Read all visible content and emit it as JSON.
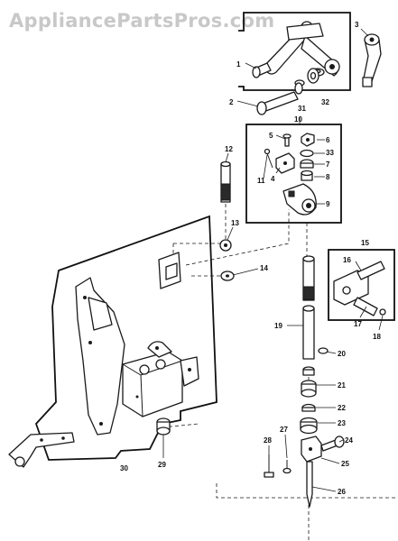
{
  "watermark": {
    "text": "AppliancePartsPros.com"
  },
  "callouts": {
    "c1": "1",
    "c2": "2",
    "c3": "3",
    "c4": "4",
    "c5": "5",
    "c6": "6",
    "c7": "7",
    "c8": "8",
    "c9": "9",
    "c10": "10",
    "c11": "11",
    "c12": "12",
    "c13": "13",
    "c14": "14",
    "c15": "15",
    "c16": "16",
    "c17": "17",
    "c18": "18",
    "c19": "19",
    "c20": "20",
    "c21": "21",
    "c22": "22",
    "c23": "23",
    "c24": "24",
    "c25": "25",
    "c26": "26",
    "c27": "27",
    "c28": "28",
    "c29": "29",
    "c30": "30",
    "c31": "31",
    "c32": "32",
    "c33": "33"
  }
}
